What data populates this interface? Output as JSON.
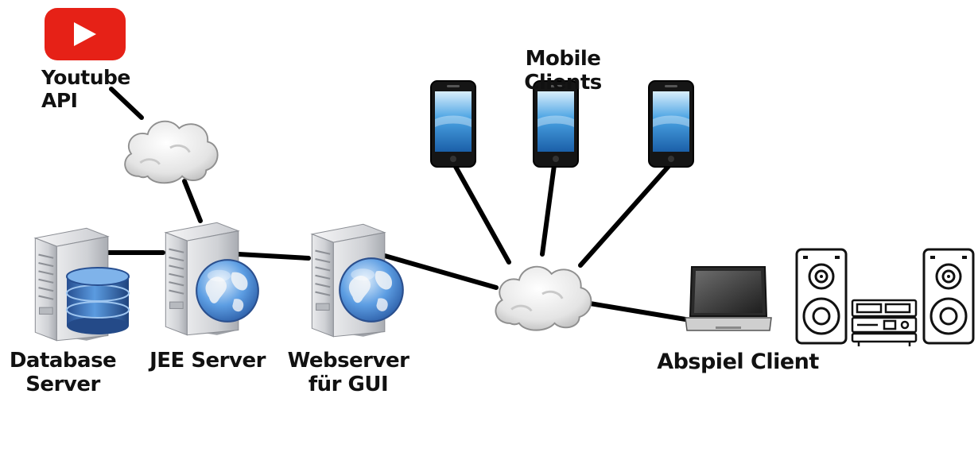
{
  "nodes": {
    "youtube": {
      "label": "Youtube API"
    },
    "mobile_clients": {
      "label": "Mobile Clients"
    },
    "database_server": {
      "label_line1": "Database",
      "label_line2": "Server"
    },
    "jee_server": {
      "label": "JEE Server"
    },
    "webserver": {
      "label_line1": "Webserver",
      "label_line2": "für GUI"
    },
    "abspiel_client": {
      "label": "Abspiel Client"
    }
  },
  "colors": {
    "youtube_red": "#e62117",
    "link": "#000000",
    "cloud": "#e3e3e3",
    "server_body": "#d4d6da",
    "database_blue": "#3d7fcf",
    "globe_blue": "#4f8fd8",
    "phone_screen": "#3f97d8"
  }
}
